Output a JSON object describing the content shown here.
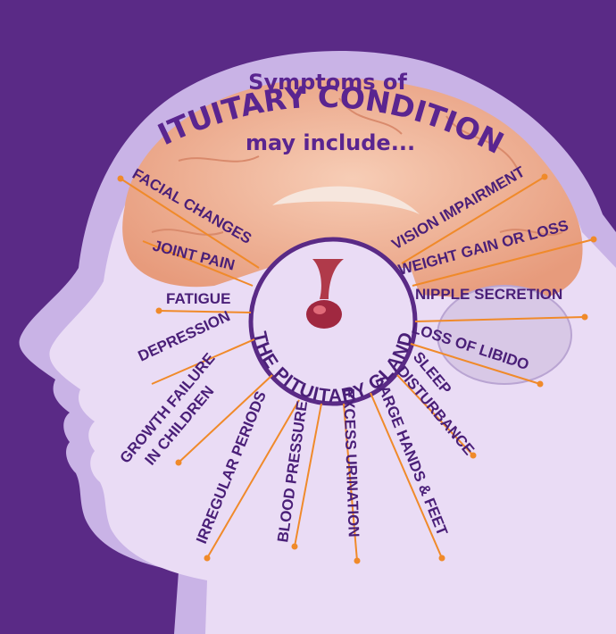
{
  "title": {
    "line1": "Symptoms of",
    "line2": "PITUITARY CONDITIONS",
    "line3": "may include..."
  },
  "gland_label": "THE PITUITARY GLAND",
  "symptoms": {
    "facial_changes": "FACIAL CHANGES",
    "joint_pain": "JOINT PAIN",
    "fatigue": "FATIGUE",
    "depression": "DEPRESSION",
    "growth_failure_1": "GROWTH FAILURE",
    "growth_failure_2": "IN CHILDREN",
    "irregular_periods": "IRREGULAR PERIODS",
    "blood_pressure": "BLOOD PRESSURE",
    "excess_urination": "EXCESS URINATION",
    "large_hands_feet": "LARGE HANDS & FEET",
    "sleep_1": "SLEEP",
    "sleep_2": "DISTURBANCE",
    "loss_of_libido": "LOSS OF LIBIDO",
    "nipple_secretion": "NIPPLE SECRETION",
    "weight_gain": "WEIGHT GAIN OR LOSS",
    "vision_impairment": "VISION IMPAIRMENT"
  },
  "colors": {
    "background": "#5a2a86",
    "head_outline": "#c9b3e6",
    "head_fill": "#eadcf5",
    "brain": "#f0b69a",
    "text": "#4a1f78",
    "lines": "#f08a2a"
  }
}
